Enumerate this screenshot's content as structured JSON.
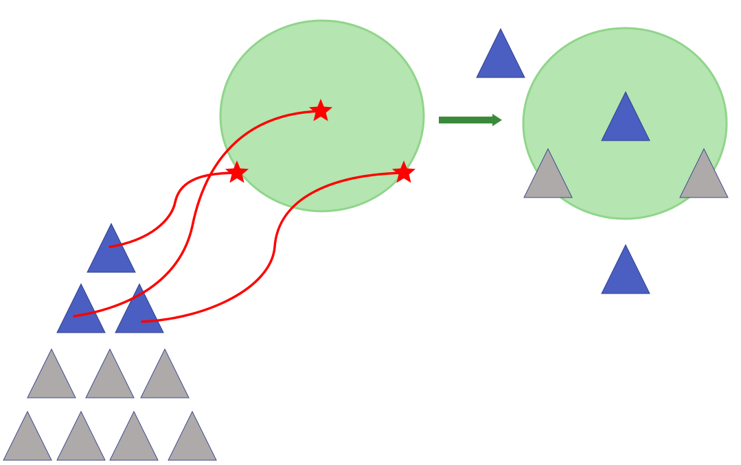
{
  "colors": {
    "background": "#ffffff",
    "selected_triangle": "#4a5fc1",
    "selected_triangle_stroke": "#2f3f8f",
    "unselected_triangle": "#aeaaaa",
    "unselected_triangle_stroke": "#3f4a8a",
    "circle_fill": "#b5e5b0",
    "circle_stroke": "#8fd58a",
    "mapping_curve": "#ff0000",
    "target_star": "#ff0000",
    "arrow": "#3b8a3b"
  },
  "diagram": {
    "source_pyramid": {
      "rows": [
        [
          "selected"
        ],
        [
          "selected",
          "selected"
        ],
        [
          "unselected",
          "unselected",
          "unselected"
        ],
        [
          "unselected",
          "unselected",
          "unselected",
          "unselected"
        ]
      ]
    },
    "mapping_curves": 3,
    "target_stars": 3,
    "transition_arrow": "right-arrow",
    "result_triangles": [
      "selected",
      "selected",
      "unselected",
      "unselected",
      "selected"
    ]
  }
}
